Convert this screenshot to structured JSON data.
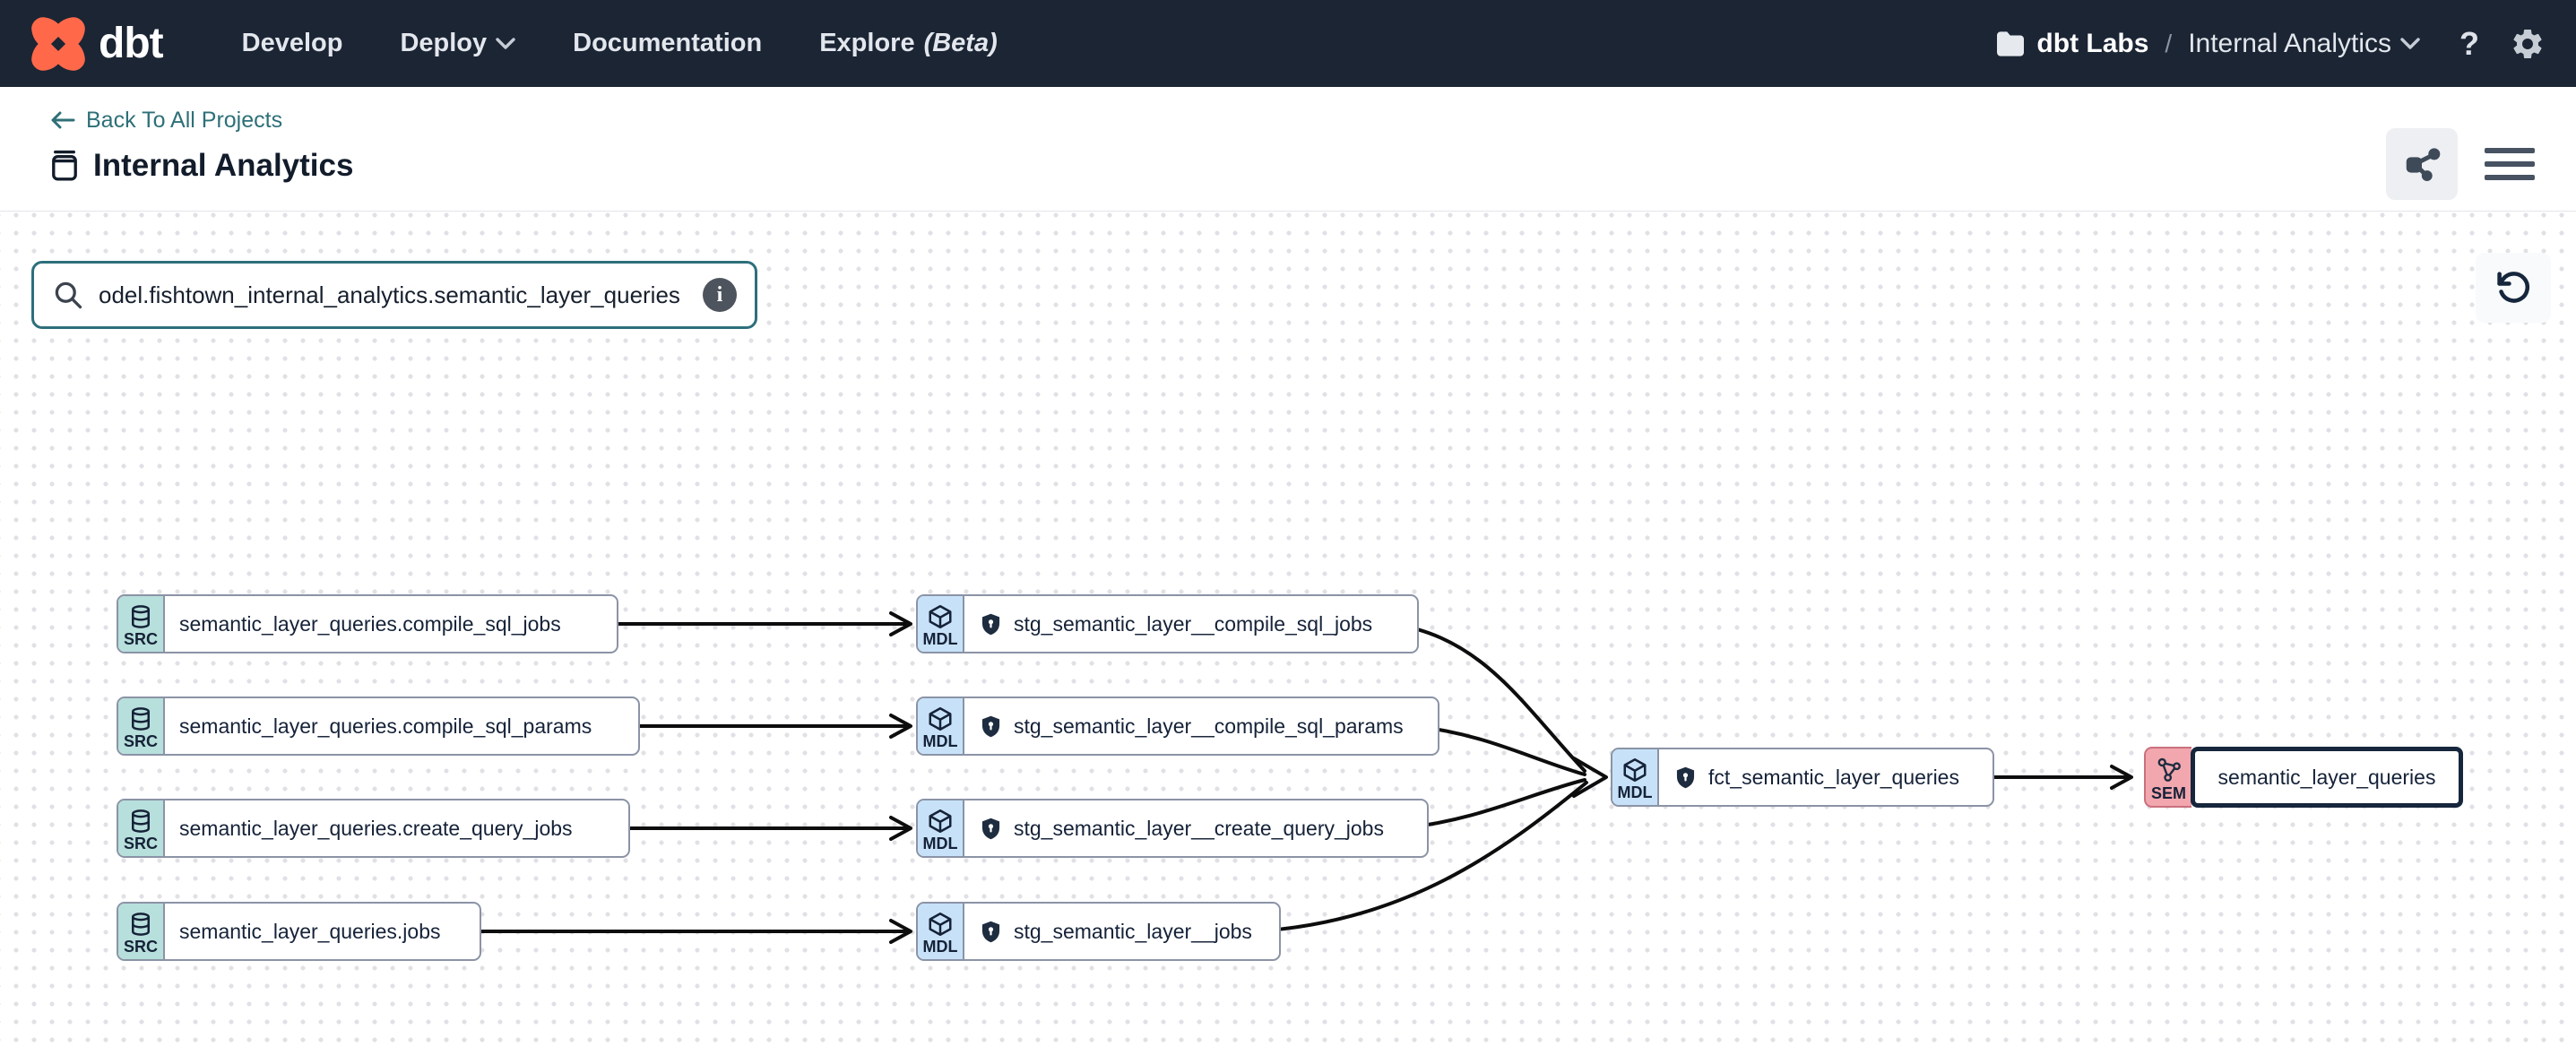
{
  "navbar": {
    "logo_text": "dbt",
    "nav_items": {
      "develop": "Develop",
      "deploy": "Deploy",
      "documentation": "Documentation",
      "explore": "Explore",
      "explore_beta": "(Beta)"
    },
    "breadcrumb": {
      "org": "dbt Labs",
      "separator": "/",
      "project": "Internal Analytics"
    },
    "help_label": "?"
  },
  "header": {
    "back_link_label": "Back To All Projects",
    "title": "Internal Analytics"
  },
  "toolbar": {
    "search_value": "odel.fishtown_internal_analytics.semantic_layer_queries",
    "info_label": "i"
  },
  "graph": {
    "badge_labels": {
      "src": "SRC",
      "mdl": "MDL",
      "sem": "SEM"
    },
    "nodes": [
      {
        "id": "src-compile-sql-jobs",
        "type": "SRC",
        "label": "semantic_layer_queries.compile_sql_jobs"
      },
      {
        "id": "src-compile-sql-params",
        "type": "SRC",
        "label": "semantic_layer_queries.compile_sql_params"
      },
      {
        "id": "src-create-query-jobs",
        "type": "SRC",
        "label": "semantic_layer_queries.create_query_jobs"
      },
      {
        "id": "src-jobs",
        "type": "SRC",
        "label": "semantic_layer_queries.jobs"
      },
      {
        "id": "mdl-stg-compile-sql-jobs",
        "type": "MDL",
        "label": "stg_semantic_layer__compile_sql_jobs"
      },
      {
        "id": "mdl-stg-compile-sql-params",
        "type": "MDL",
        "label": "stg_semantic_layer__compile_sql_params"
      },
      {
        "id": "mdl-stg-create-query-jobs",
        "type": "MDL",
        "label": "stg_semantic_layer__create_query_jobs"
      },
      {
        "id": "mdl-stg-jobs",
        "type": "MDL",
        "label": "stg_semantic_layer__jobs"
      },
      {
        "id": "mdl-fct-semantic-layer-queries",
        "type": "MDL",
        "label": "fct_semantic_layer_queries"
      },
      {
        "id": "sem-semantic-layer-queries",
        "type": "SEM",
        "label": "semantic_layer_queries",
        "selected": true
      }
    ],
    "edges": [
      {
        "from": "src-compile-sql-jobs",
        "to": "mdl-stg-compile-sql-jobs"
      },
      {
        "from": "src-compile-sql-params",
        "to": "mdl-stg-compile-sql-params"
      },
      {
        "from": "src-create-query-jobs",
        "to": "mdl-stg-create-query-jobs"
      },
      {
        "from": "src-jobs",
        "to": "mdl-stg-jobs"
      },
      {
        "from": "mdl-stg-compile-sql-jobs",
        "to": "mdl-fct-semantic-layer-queries"
      },
      {
        "from": "mdl-stg-compile-sql-params",
        "to": "mdl-fct-semantic-layer-queries"
      },
      {
        "from": "mdl-stg-create-query-jobs",
        "to": "mdl-fct-semantic-layer-queries"
      },
      {
        "from": "mdl-stg-jobs",
        "to": "mdl-fct-semantic-layer-queries"
      },
      {
        "from": "mdl-fct-semantic-layer-queries",
        "to": "sem-semantic-layer-queries"
      }
    ]
  },
  "colors": {
    "navbar_bg": "#1b2534",
    "brand_orange": "#ff694a",
    "teal_link": "#2e7078",
    "search_border": "#2d6f7b",
    "src_badge": "#b7dfdb",
    "mdl_badge": "#c7e2f8",
    "sem_badge": "#f2a6ae",
    "node_border": "#8b93a6",
    "selected_border": "#16263c",
    "edge": "#0d0d0d"
  }
}
